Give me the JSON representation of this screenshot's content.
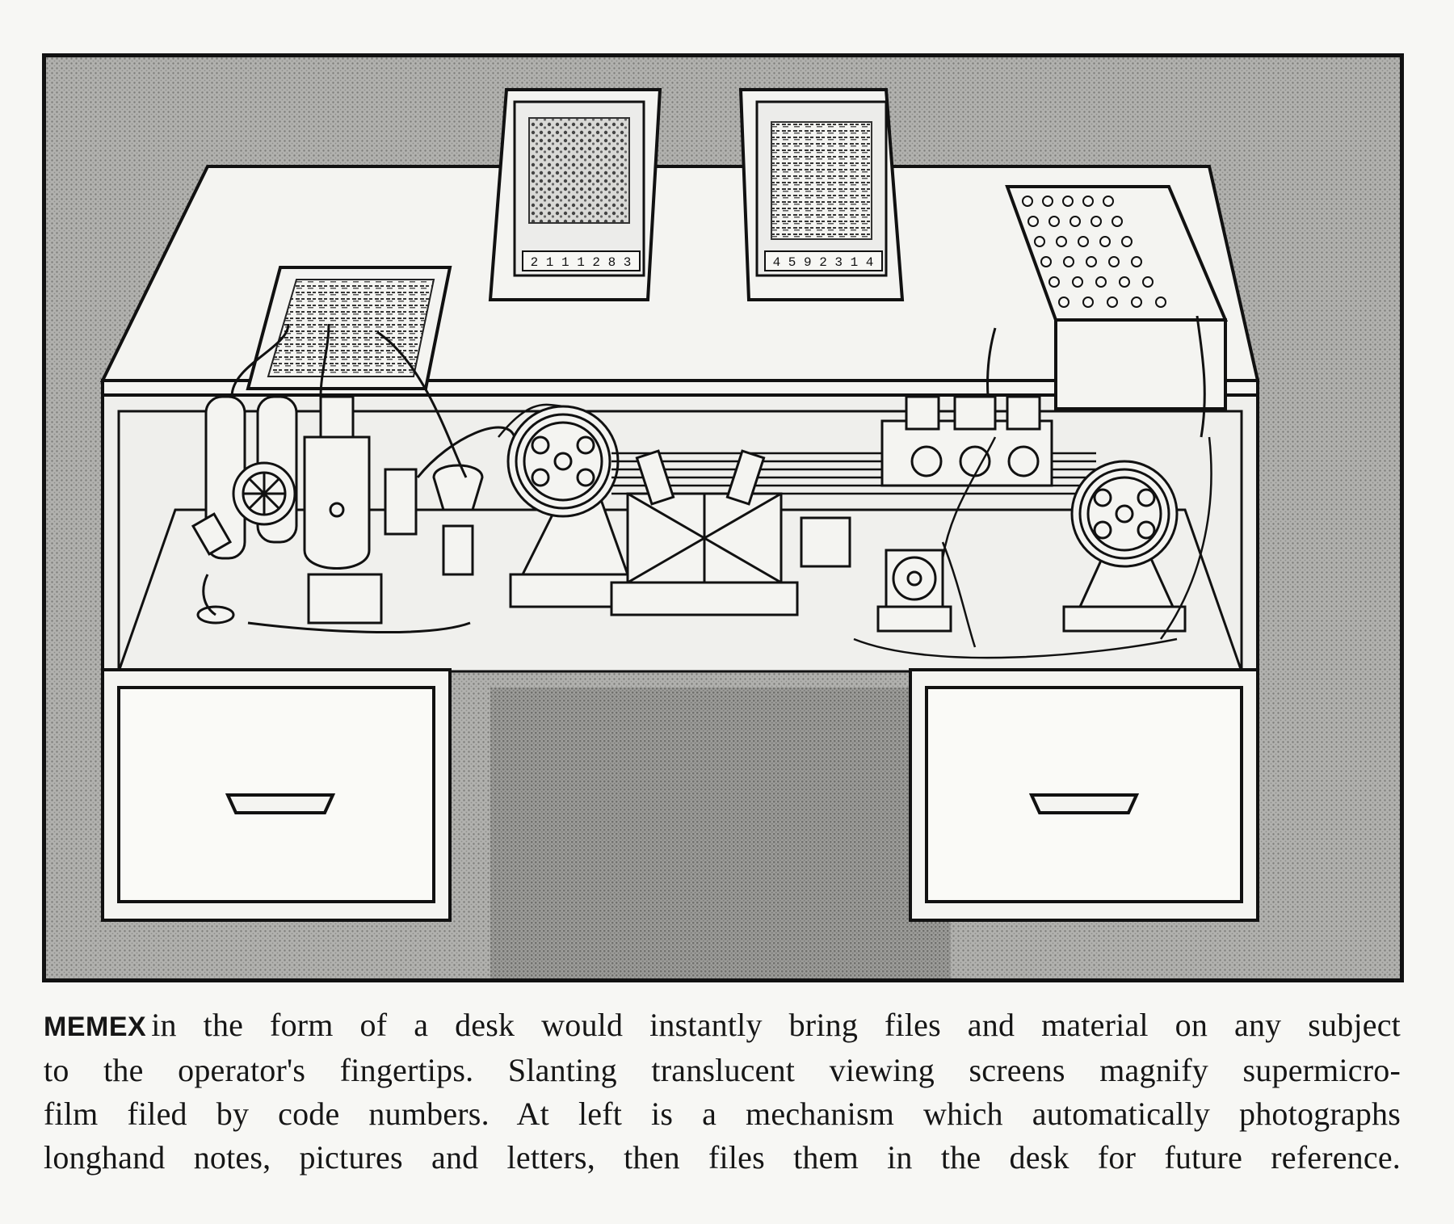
{
  "caption": {
    "lead": "MEMEX",
    "lines": [
      "in the form of a desk would instantly bring files and material on any subject",
      "to the operator's fingertips. Slanting translucent viewing screens magnify supermicro-",
      "film filed by code numbers. At left is a mechanism which automatically photographs",
      "longhand notes, pictures and letters, then files them in the desk for future reference."
    ]
  },
  "screen_codes": {
    "left": "2 1 1 1 2 8 3",
    "right": "4 5 9 2 3 1 4"
  }
}
